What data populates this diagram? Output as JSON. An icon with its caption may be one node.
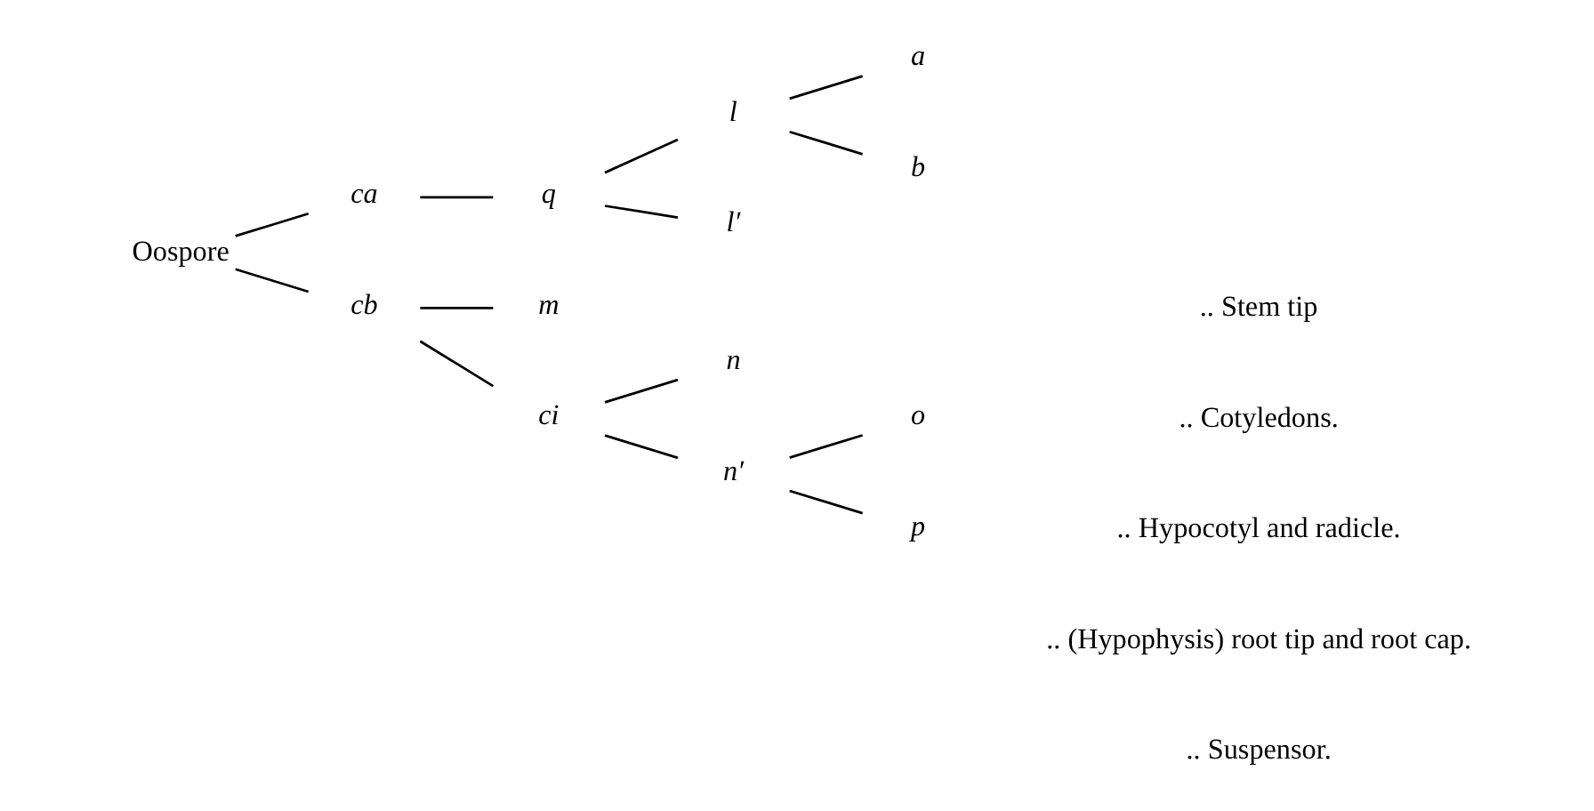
{
  "diagram": {
    "nodes": [
      {
        "text": [
          "Oospore"
        ]
      },
      {
        "text": [
          "ca"
        ]
      },
      {
        "text": [
          "q"
        ]
      },
      {
        "text": [
          "l"
        ]
      },
      {
        "text": [
          "a"
        ]
      },
      {
        "text": [
          "b"
        ]
      },
      {
        "text": [
          "l′"
        ]
      },
      {
        "text": [
          "cb"
        ]
      },
      {
        "text": [
          "m"
        ]
      },
      {
        "text": [
          "ci"
        ]
      },
      {
        "text": [
          "n"
        ]
      },
      {
        "text": [
          "n′"
        ]
      },
      {
        "text": [
          "o"
        ]
      },
      {
        "text": [
          "p"
        ]
      }
    ],
    "edges": [
      {
        "from": 0,
        "to": 1,
        "arrow": "none"
      },
      {
        "from": 1,
        "to": 2,
        "arrow": "none"
      },
      {
        "from": 2,
        "to": 3,
        "arrow": "none"
      },
      {
        "from": 3,
        "to": 4,
        "arrow": "none"
      },
      {
        "from": 3,
        "to": 5,
        "arrow": "none"
      },
      {
        "from": 2,
        "to": 6,
        "arrow": "none"
      },
      {
        "from": 0,
        "to": 7,
        "arrow": "none"
      },
      {
        "from": 7,
        "to": 8,
        "arrow": "none"
      },
      {
        "from": 7,
        "to": 9,
        "arrow": "none"
      },
      {
        "from": 9,
        "to": 10,
        "arrow": "none"
      },
      {
        "from": 9,
        "to": 11,
        "arrow": "none"
      },
      {
        "from": 11,
        "to": 12,
        "arrow": "none"
      },
      {
        "from": 11,
        "to": 13,
        "arrow": "none"
      }
    ],
    "labels": [
      ".. Stem tip",
      ".. Cotyledons.",
      ".. Hypocotyl and radicle.",
      ".. (Hypophysis) root tip and root cap.",
      ".. Suspensor."
    ]
  }
}
